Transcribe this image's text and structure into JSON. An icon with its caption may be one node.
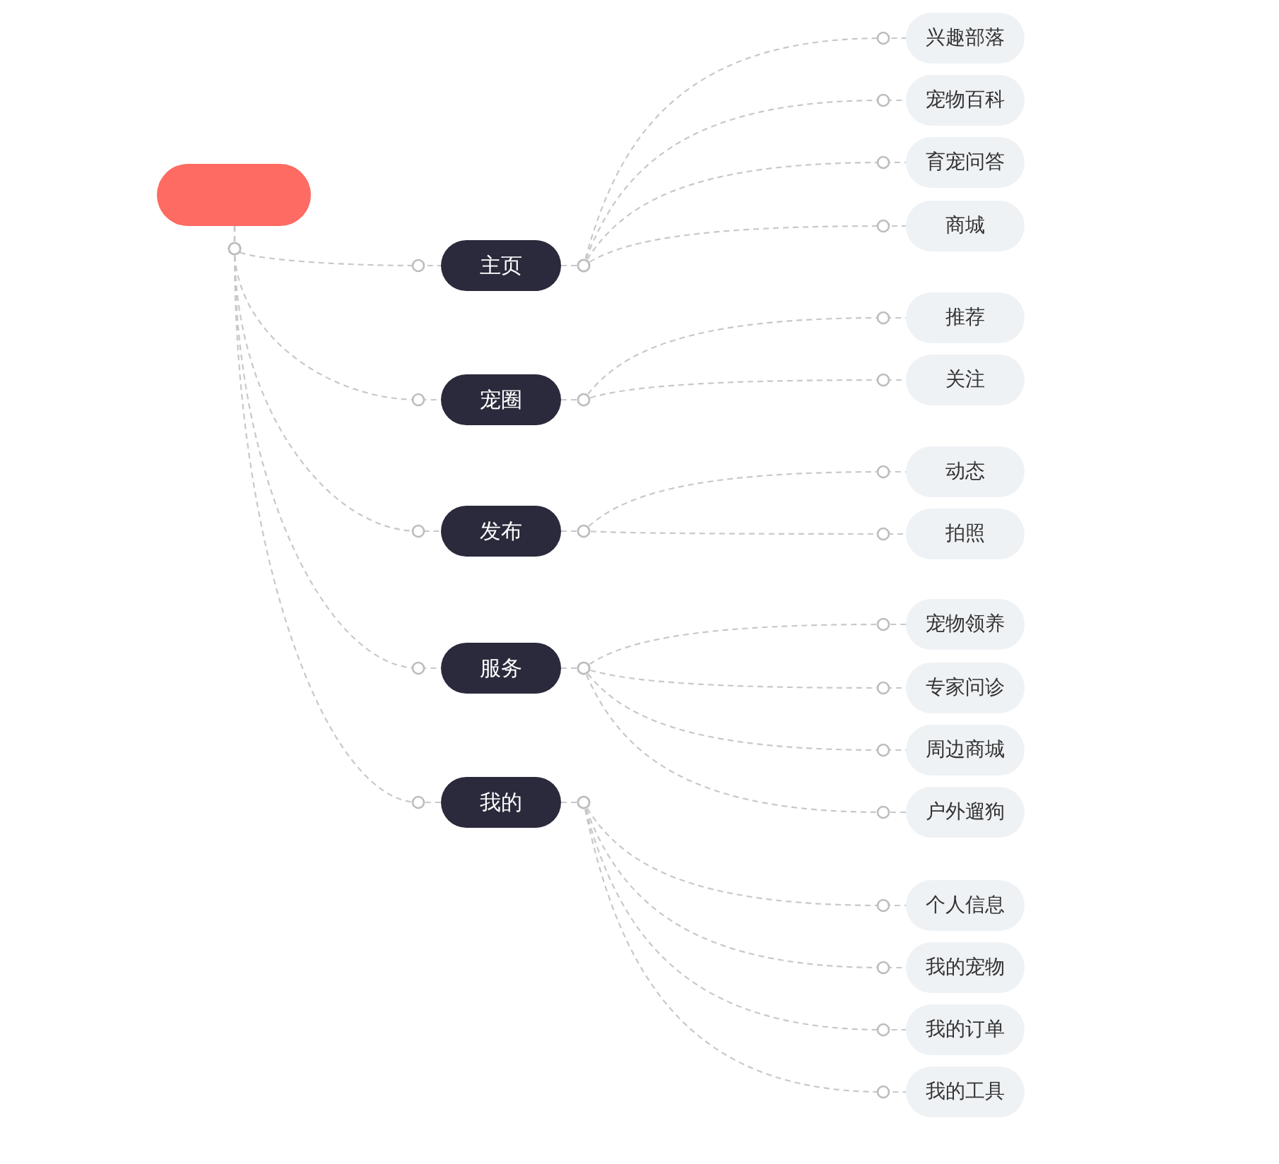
{
  "diagram": {
    "nodes": [
      {
        "text": [],
        "shape": "box"
      },
      {
        "text": [
          "主页"
        ]
      },
      {
        "text": [
          "宠圈"
        ]
      },
      {
        "text": [
          "发布"
        ]
      },
      {
        "text": [
          "服务"
        ]
      },
      {
        "text": [
          "我的"
        ]
      },
      {
        "text": [
          "兴趣部落"
        ]
      },
      {
        "text": [
          "宠物百科"
        ]
      },
      {
        "text": [
          "育宠问答"
        ]
      },
      {
        "text": [
          "商城"
        ]
      },
      {
        "text": [
          "推荐"
        ]
      },
      {
        "text": [
          "关注"
        ]
      },
      {
        "text": [
          "动态"
        ]
      },
      {
        "text": [
          "拍照"
        ]
      },
      {
        "text": [
          "宠物领养"
        ]
      },
      {
        "text": [
          "专家问诊"
        ]
      },
      {
        "text": [
          "周边商城"
        ]
      },
      {
        "text": [
          "户外遛狗"
        ]
      },
      {
        "text": [
          "个人信息"
        ]
      },
      {
        "text": [
          "我的宠物"
        ]
      },
      {
        "text": [
          "我的订单"
        ]
      },
      {
        "text": [
          "我的工具"
        ]
      }
    ],
    "edges": [
      {
        "from": 0,
        "to": 1,
        "arrow": "other"
      },
      {
        "from": 0,
        "to": 2,
        "arrow": "other"
      },
      {
        "from": 0,
        "to": 3,
        "arrow": "other"
      },
      {
        "from": 0,
        "to": 4,
        "arrow": "other"
      },
      {
        "from": 0,
        "to": 5,
        "arrow": "other"
      },
      {
        "from": 1,
        "to": 6,
        "arrow": "other"
      },
      {
        "from": 1,
        "to": 7,
        "arrow": "other"
      },
      {
        "from": 1,
        "to": 8,
        "arrow": "other"
      },
      {
        "from": 1,
        "to": 9,
        "arrow": "other"
      },
      {
        "from": 2,
        "to": 10,
        "arrow": "other"
      },
      {
        "from": 2,
        "to": 11,
        "arrow": "other"
      },
      {
        "from": 3,
        "to": 12,
        "arrow": "other"
      },
      {
        "from": 3,
        "to": 13,
        "arrow": "other"
      },
      {
        "from": 4,
        "to": 14,
        "arrow": "other"
      },
      {
        "from": 4,
        "to": 15,
        "arrow": "other"
      },
      {
        "from": 4,
        "to": 16,
        "arrow": "other"
      },
      {
        "from": 4,
        "to": 17,
        "arrow": "other"
      },
      {
        "from": 5,
        "to": 18,
        "arrow": "other"
      },
      {
        "from": 5,
        "to": 19,
        "arrow": "other"
      },
      {
        "from": 5,
        "to": 20,
        "arrow": "other"
      },
      {
        "from": 5,
        "to": 21,
        "arrow": "other"
      }
    ]
  }
}
